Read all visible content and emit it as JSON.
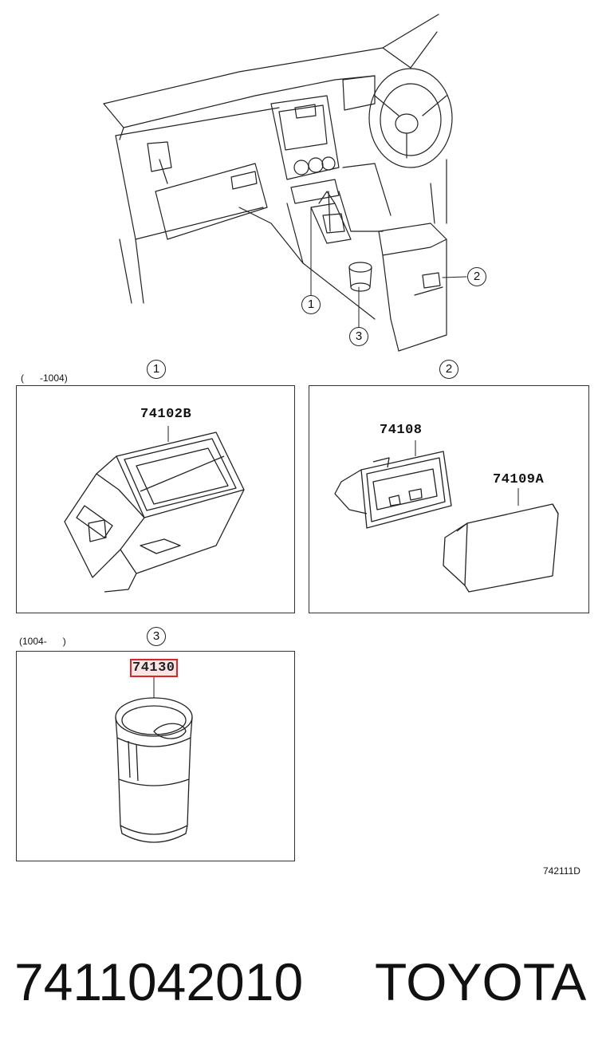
{
  "overview": {
    "callouts": [
      "1",
      "2",
      "3"
    ]
  },
  "groups": [
    {
      "number": "1",
      "range": "(      -1004)",
      "parts": [
        "74102B"
      ]
    },
    {
      "number": "2",
      "range": "",
      "parts": [
        "74108",
        "74109A"
      ]
    },
    {
      "number": "3",
      "range": "(1004-      )",
      "parts": [
        "74130"
      ],
      "highlighted_part": "74130"
    }
  ],
  "illustration_code": "742111D",
  "footer": {
    "part_number": "7411042010",
    "brand": "TOYOTA"
  },
  "colors": {
    "highlight": "#d9262b",
    "line": "#222222"
  }
}
